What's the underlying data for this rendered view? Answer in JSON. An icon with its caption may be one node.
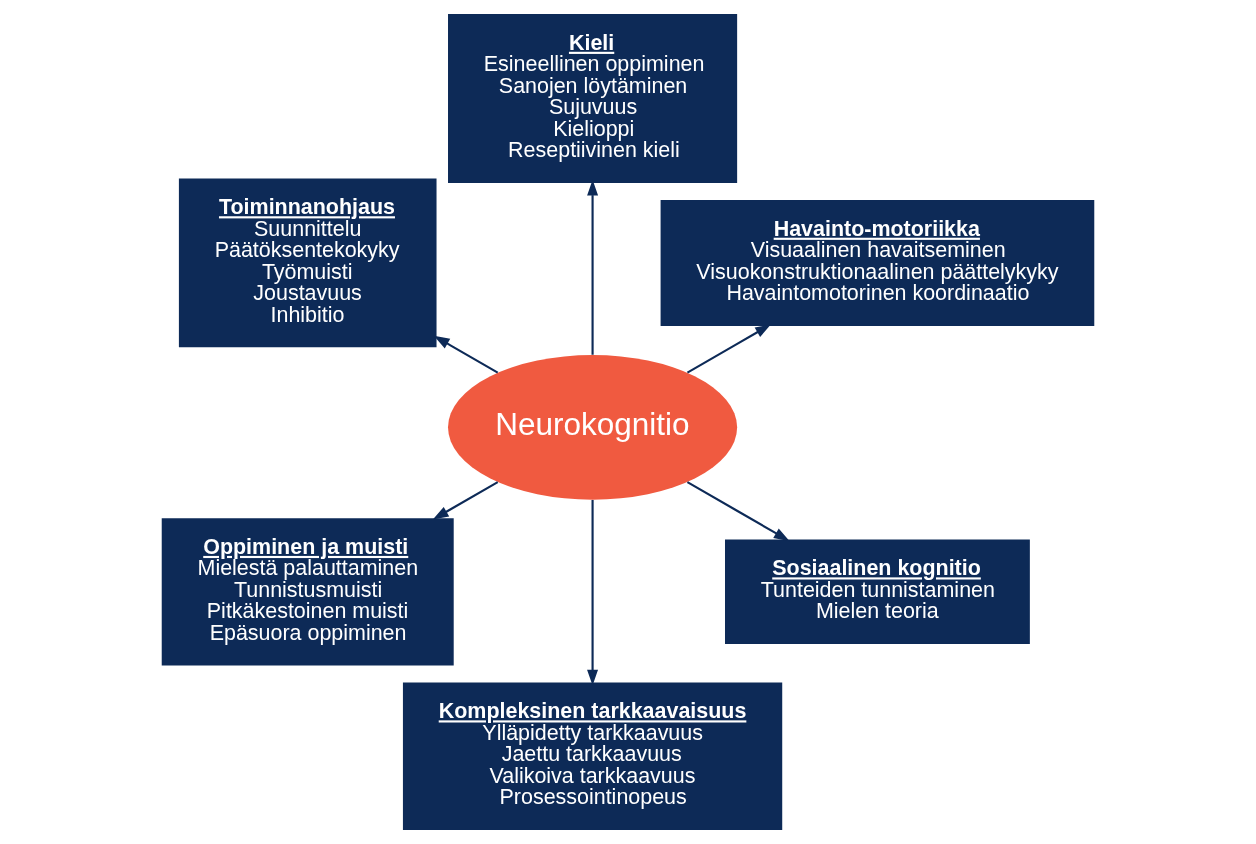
{
  "diagram": {
    "nodes": [
      {
        "text": [
          "Neurokognitio"
        ]
      },
      {
        "text": [
          "Havainto-motoriikka",
          "Visuaalinen havaitseminen",
          "Visuokonstruktionaalinen päättelykyky",
          "Havaintomotorinen koordinaatio"
        ]
      },
      {
        "text": [
          "Kieli",
          "Esineellinen oppiminen",
          "Sanojen löytäminen",
          "Sujuvuus",
          "Kielioppi",
          "Reseptiivinen kieli"
        ]
      },
      {
        "text": [
          "Toiminnanohjaus",
          "Suunnittelu",
          "Päätöksentekokyky",
          "Työmuisti",
          "Joustavuus",
          "Inhibitio"
        ]
      },
      {
        "text": [
          "Oppiminen ja muisti",
          "Mielestä palauttaminen",
          "Tunnistusmuisti",
          "Pitkäkestoinen muisti",
          "Epäsuora oppiminen"
        ]
      },
      {
        "text": [
          "Kompleksinen tarkkaavaisuus",
          "Ylläpidetty tarkkaavuus",
          "Jaettu tarkkaavuus",
          "Valikoiva tarkkaavuus",
          "Prosessointinopeus"
        ]
      },
      {
        "text": [
          "Sosiaalinen kognitio",
          "Tunteiden tunnistaminen",
          "Mielen teoria"
        ]
      }
    ],
    "edges": [
      {
        "from": 0,
        "to": 1,
        "arrow": "to"
      },
      {
        "from": 0,
        "to": 2,
        "arrow": "to"
      },
      {
        "from": 0,
        "to": 3,
        "arrow": "to"
      },
      {
        "from": 0,
        "to": 4,
        "arrow": "to"
      },
      {
        "from": 0,
        "to": 5,
        "arrow": "to"
      },
      {
        "from": 0,
        "to": 6,
        "arrow": "to"
      }
    ]
  }
}
